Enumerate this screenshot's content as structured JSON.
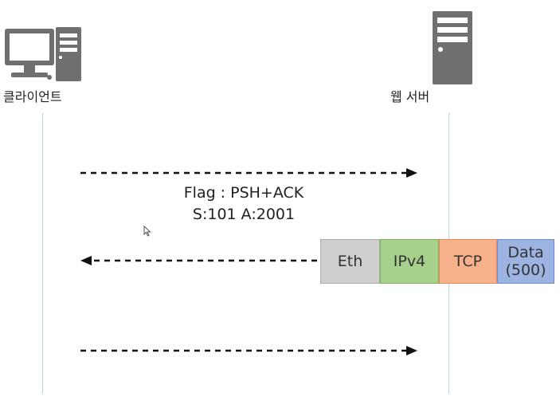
{
  "client": {
    "label": "클라이언트",
    "icon": "desktop-computer-icon"
  },
  "server": {
    "label": "웹 서버",
    "icon": "server-tower-icon"
  },
  "message": {
    "flag": "Flag : PSH+ACK",
    "seq_ack": "S:101 A:2001"
  },
  "packet": {
    "segments": [
      {
        "label": "Eth",
        "color": "#cfcfcf"
      },
      {
        "label": "IPv4",
        "color": "#a7d08c"
      },
      {
        "label": "TCP",
        "color": "#f8b28b"
      },
      {
        "label": "Data",
        "sublabel": "(500)",
        "color": "#9db3e2"
      }
    ]
  },
  "colors": {
    "lifeline": "#bcd3e6",
    "arrow": "#111111"
  }
}
